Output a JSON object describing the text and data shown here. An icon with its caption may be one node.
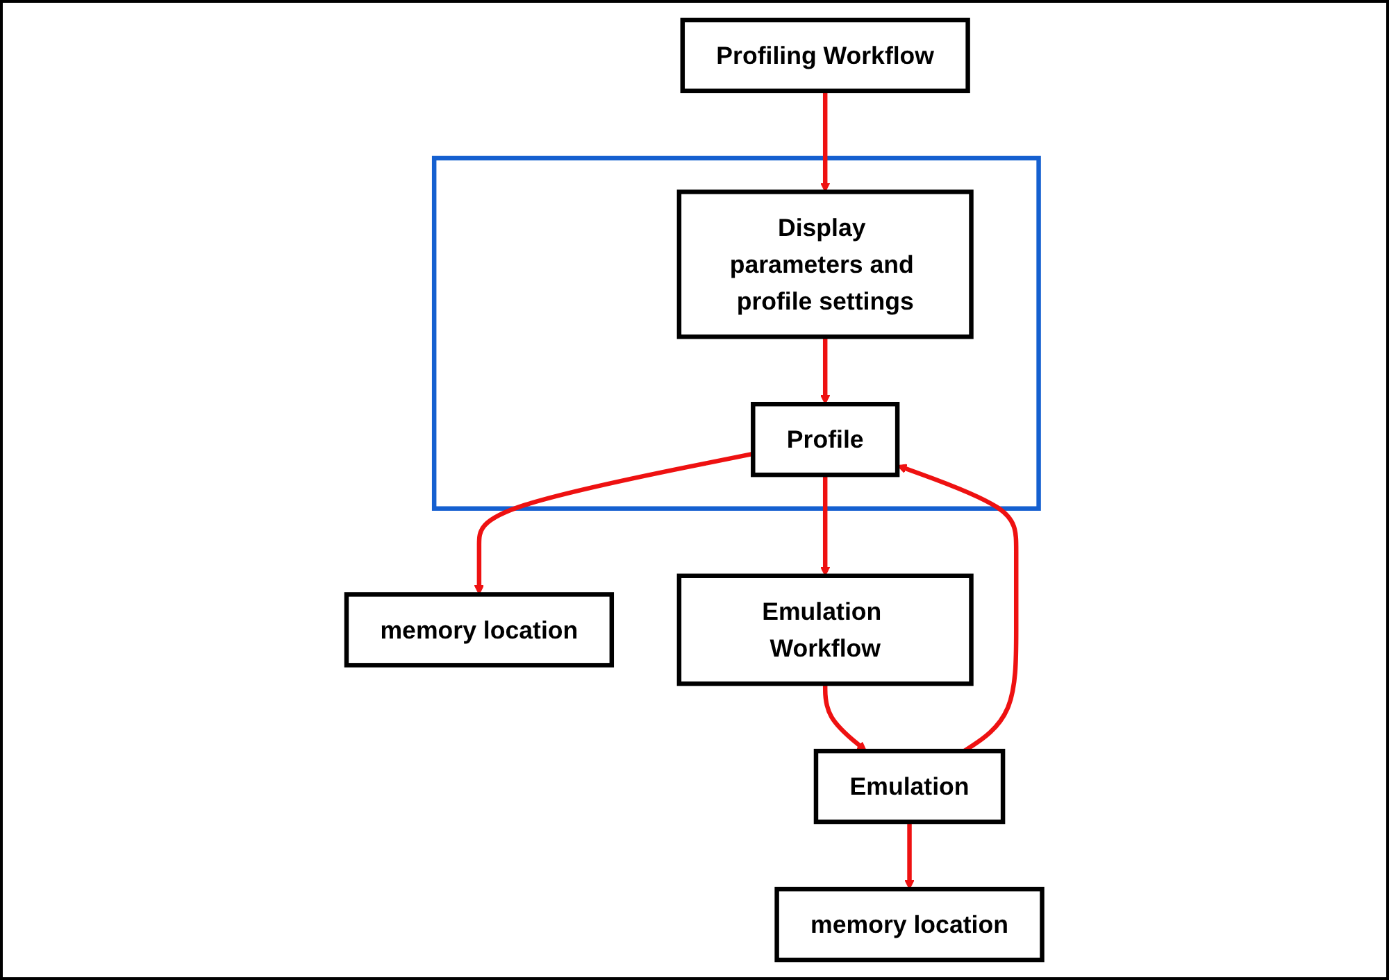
{
  "diagram": {
    "nodes": [
      {
        "text": [
          "Profiling Workflow"
        ]
      },
      {
        "text": [],
        "shape": "box"
      },
      {
        "text": [
          "Display parameters and profile settings"
        ],
        "in": 1
      },
      {
        "text": [
          "Profile"
        ],
        "in": 1
      },
      {
        "text": [
          "memory location"
        ]
      },
      {
        "text": [
          "Emulation Workflow"
        ]
      },
      {
        "text": [
          "Emulation"
        ]
      },
      {
        "text": [
          "memory location"
        ]
      }
    ],
    "edges": [
      {
        "from": 0,
        "to": 2,
        "arrow": "to"
      },
      {
        "from": 2,
        "to": 3,
        "arrow": "to"
      },
      {
        "from": 3,
        "to": 5,
        "arrow": "to"
      },
      {
        "from": 5,
        "to": 6,
        "arrow": "to"
      },
      {
        "from": 6,
        "to": 3,
        "arrow": "to"
      },
      {
        "from": 3,
        "to": 4,
        "arrow": "to"
      },
      {
        "from": 6,
        "to": 7,
        "arrow": "to"
      }
    ]
  }
}
